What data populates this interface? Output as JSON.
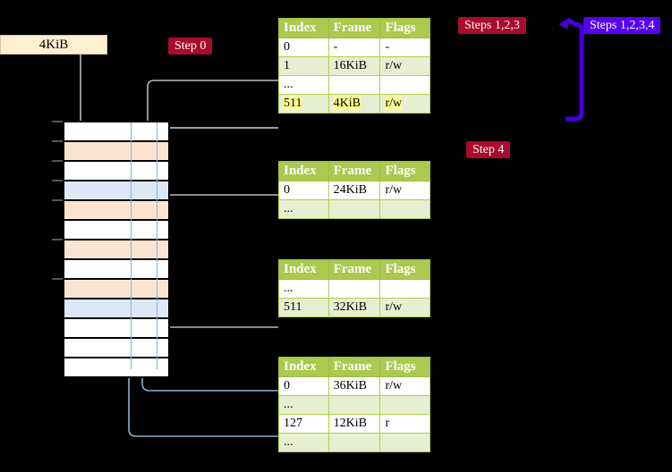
{
  "labels": {
    "size_box": "4KiB",
    "step_0": "Step 0",
    "steps_123": "Steps 1,2,3",
    "steps_1234": "Steps 1,2,3,4",
    "step_4": "Step 4"
  },
  "colors": {
    "badge_red": "#a80b2c",
    "badge_blue": "#5500ee",
    "table_header_green": "#a9ca4e",
    "table_alt_row": "#e8eed2",
    "highlight_yellow": "#ffff8d",
    "mem_orange": "#fce5d0",
    "mem_blue": "#dce8f6",
    "size_box_bg": "#fcefd2",
    "gray_connector": "#b3b3b3",
    "blue_connector": "#8ab0d8"
  },
  "page_tables": [
    {
      "name": "page-table-level-0",
      "columns": [
        "Index",
        "Frame",
        "Flags"
      ],
      "rows": [
        {
          "style": "plain",
          "cells": [
            "0",
            "-",
            "-"
          ]
        },
        {
          "style": "alt",
          "cells": [
            "1",
            "16KiB",
            "r/w"
          ]
        },
        {
          "style": "plain",
          "cells": [
            "...",
            "",
            ""
          ]
        },
        {
          "style": "alt",
          "cells": [
            "511",
            "4KiB",
            "r/w"
          ],
          "highlight": true
        }
      ]
    },
    {
      "name": "page-table-level-1",
      "columns": [
        "Index",
        "Frame",
        "Flags"
      ],
      "rows": [
        {
          "style": "plain",
          "cells": [
            "0",
            "24KiB",
            "r/w"
          ]
        },
        {
          "style": "alt",
          "cells": [
            "...",
            "",
            ""
          ]
        }
      ]
    },
    {
      "name": "page-table-level-2",
      "columns": [
        "Index",
        "Frame",
        "Flags"
      ],
      "rows": [
        {
          "style": "plain",
          "cells": [
            "...",
            "",
            ""
          ]
        },
        {
          "style": "alt",
          "cells": [
            "511",
            "32KiB",
            "r/w"
          ]
        }
      ]
    },
    {
      "name": "page-table-level-3",
      "columns": [
        "Index",
        "Frame",
        "Flags"
      ],
      "rows": [
        {
          "style": "plain",
          "cells": [
            "0",
            "36KiB",
            "r/w"
          ]
        },
        {
          "style": "alt",
          "cells": [
            "...",
            "",
            ""
          ]
        },
        {
          "style": "plain",
          "cells": [
            "127",
            "12KiB",
            "r"
          ]
        },
        {
          "style": "alt",
          "cells": [
            "...",
            "",
            ""
          ]
        }
      ]
    }
  ],
  "memory_grid": {
    "name": "physical-memory-grid",
    "rows": [
      {
        "fill": "white"
      },
      {
        "fill": "orange"
      },
      {
        "fill": "white"
      },
      {
        "fill": "blue"
      },
      {
        "fill": "orange"
      },
      {
        "fill": "white"
      },
      {
        "fill": "orange"
      },
      {
        "fill": "white"
      },
      {
        "fill": "orange"
      },
      {
        "fill": "blue"
      },
      {
        "fill": "white"
      },
      {
        "fill": "white"
      },
      {
        "fill": "white"
      }
    ]
  }
}
